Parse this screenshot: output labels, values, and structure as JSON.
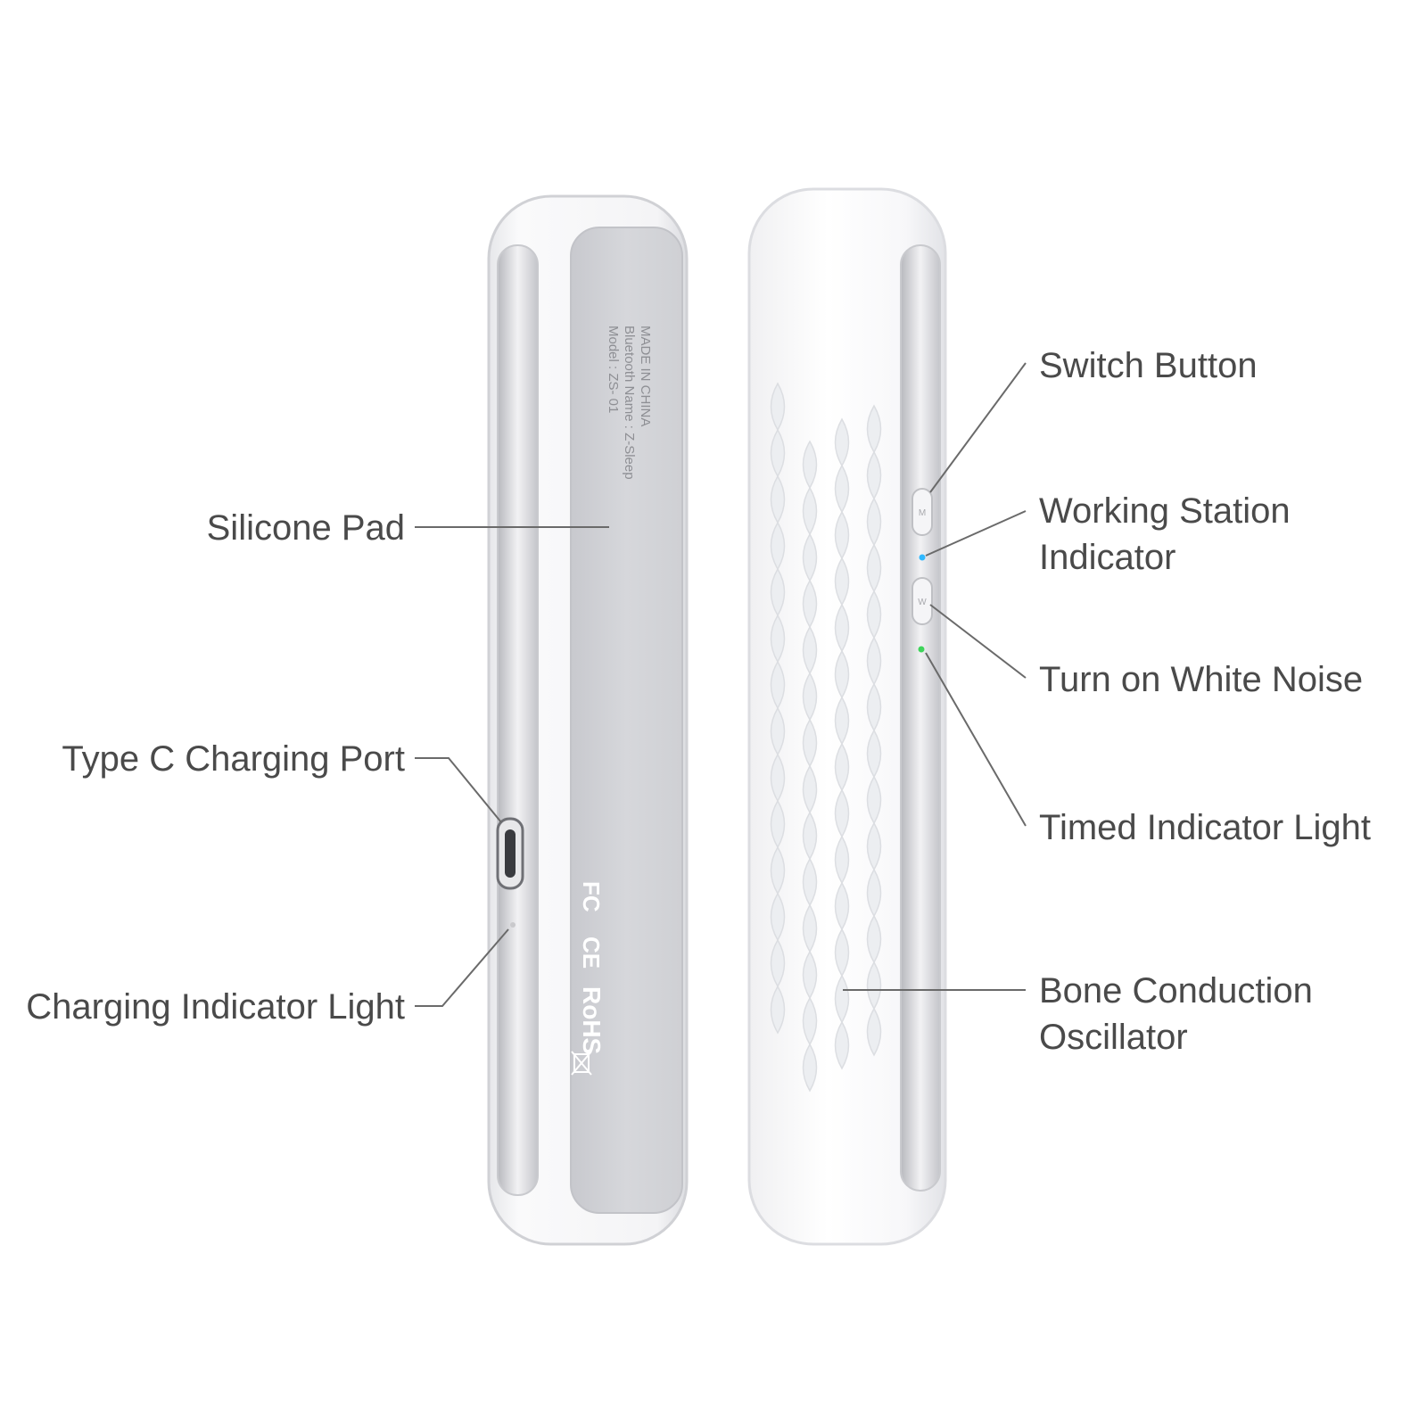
{
  "colors": {
    "label_text": "#4a4a4a",
    "leader_line": "#6a6a6a",
    "device_body": "#f6f6f8",
    "device_edge": "#d5d6da",
    "pad_gray": "#cfd0d4",
    "indicator_blue": "#2fb8ff",
    "indicator_green": "#3ed45a"
  },
  "device_front": {
    "print_lines": [
      "Model : ZS- 01",
      "Bluetooth Name : Z-Sleep",
      "MADE IN CHINA"
    ],
    "cert_marks": [
      "FC",
      "CE",
      "RoHS"
    ]
  },
  "device_back": {
    "button_top_glyph": "M",
    "button_bottom_glyph": "W"
  },
  "labels": {
    "silicone_pad": "Silicone Pad",
    "type_c_port": "Type C Charging Port",
    "charging_light": "Charging Indicator Light",
    "switch_button": "Switch Button",
    "working_station_1": "Working Station",
    "working_station_2": "Indicator",
    "white_noise": "Turn on White Noise",
    "timed_light": "Timed Indicator Light",
    "bone_conduction_1": "Bone Conduction",
    "bone_conduction_2": "Oscillator"
  },
  "icons": [
    "usb-c-port-icon",
    "weee-bin-icon"
  ]
}
